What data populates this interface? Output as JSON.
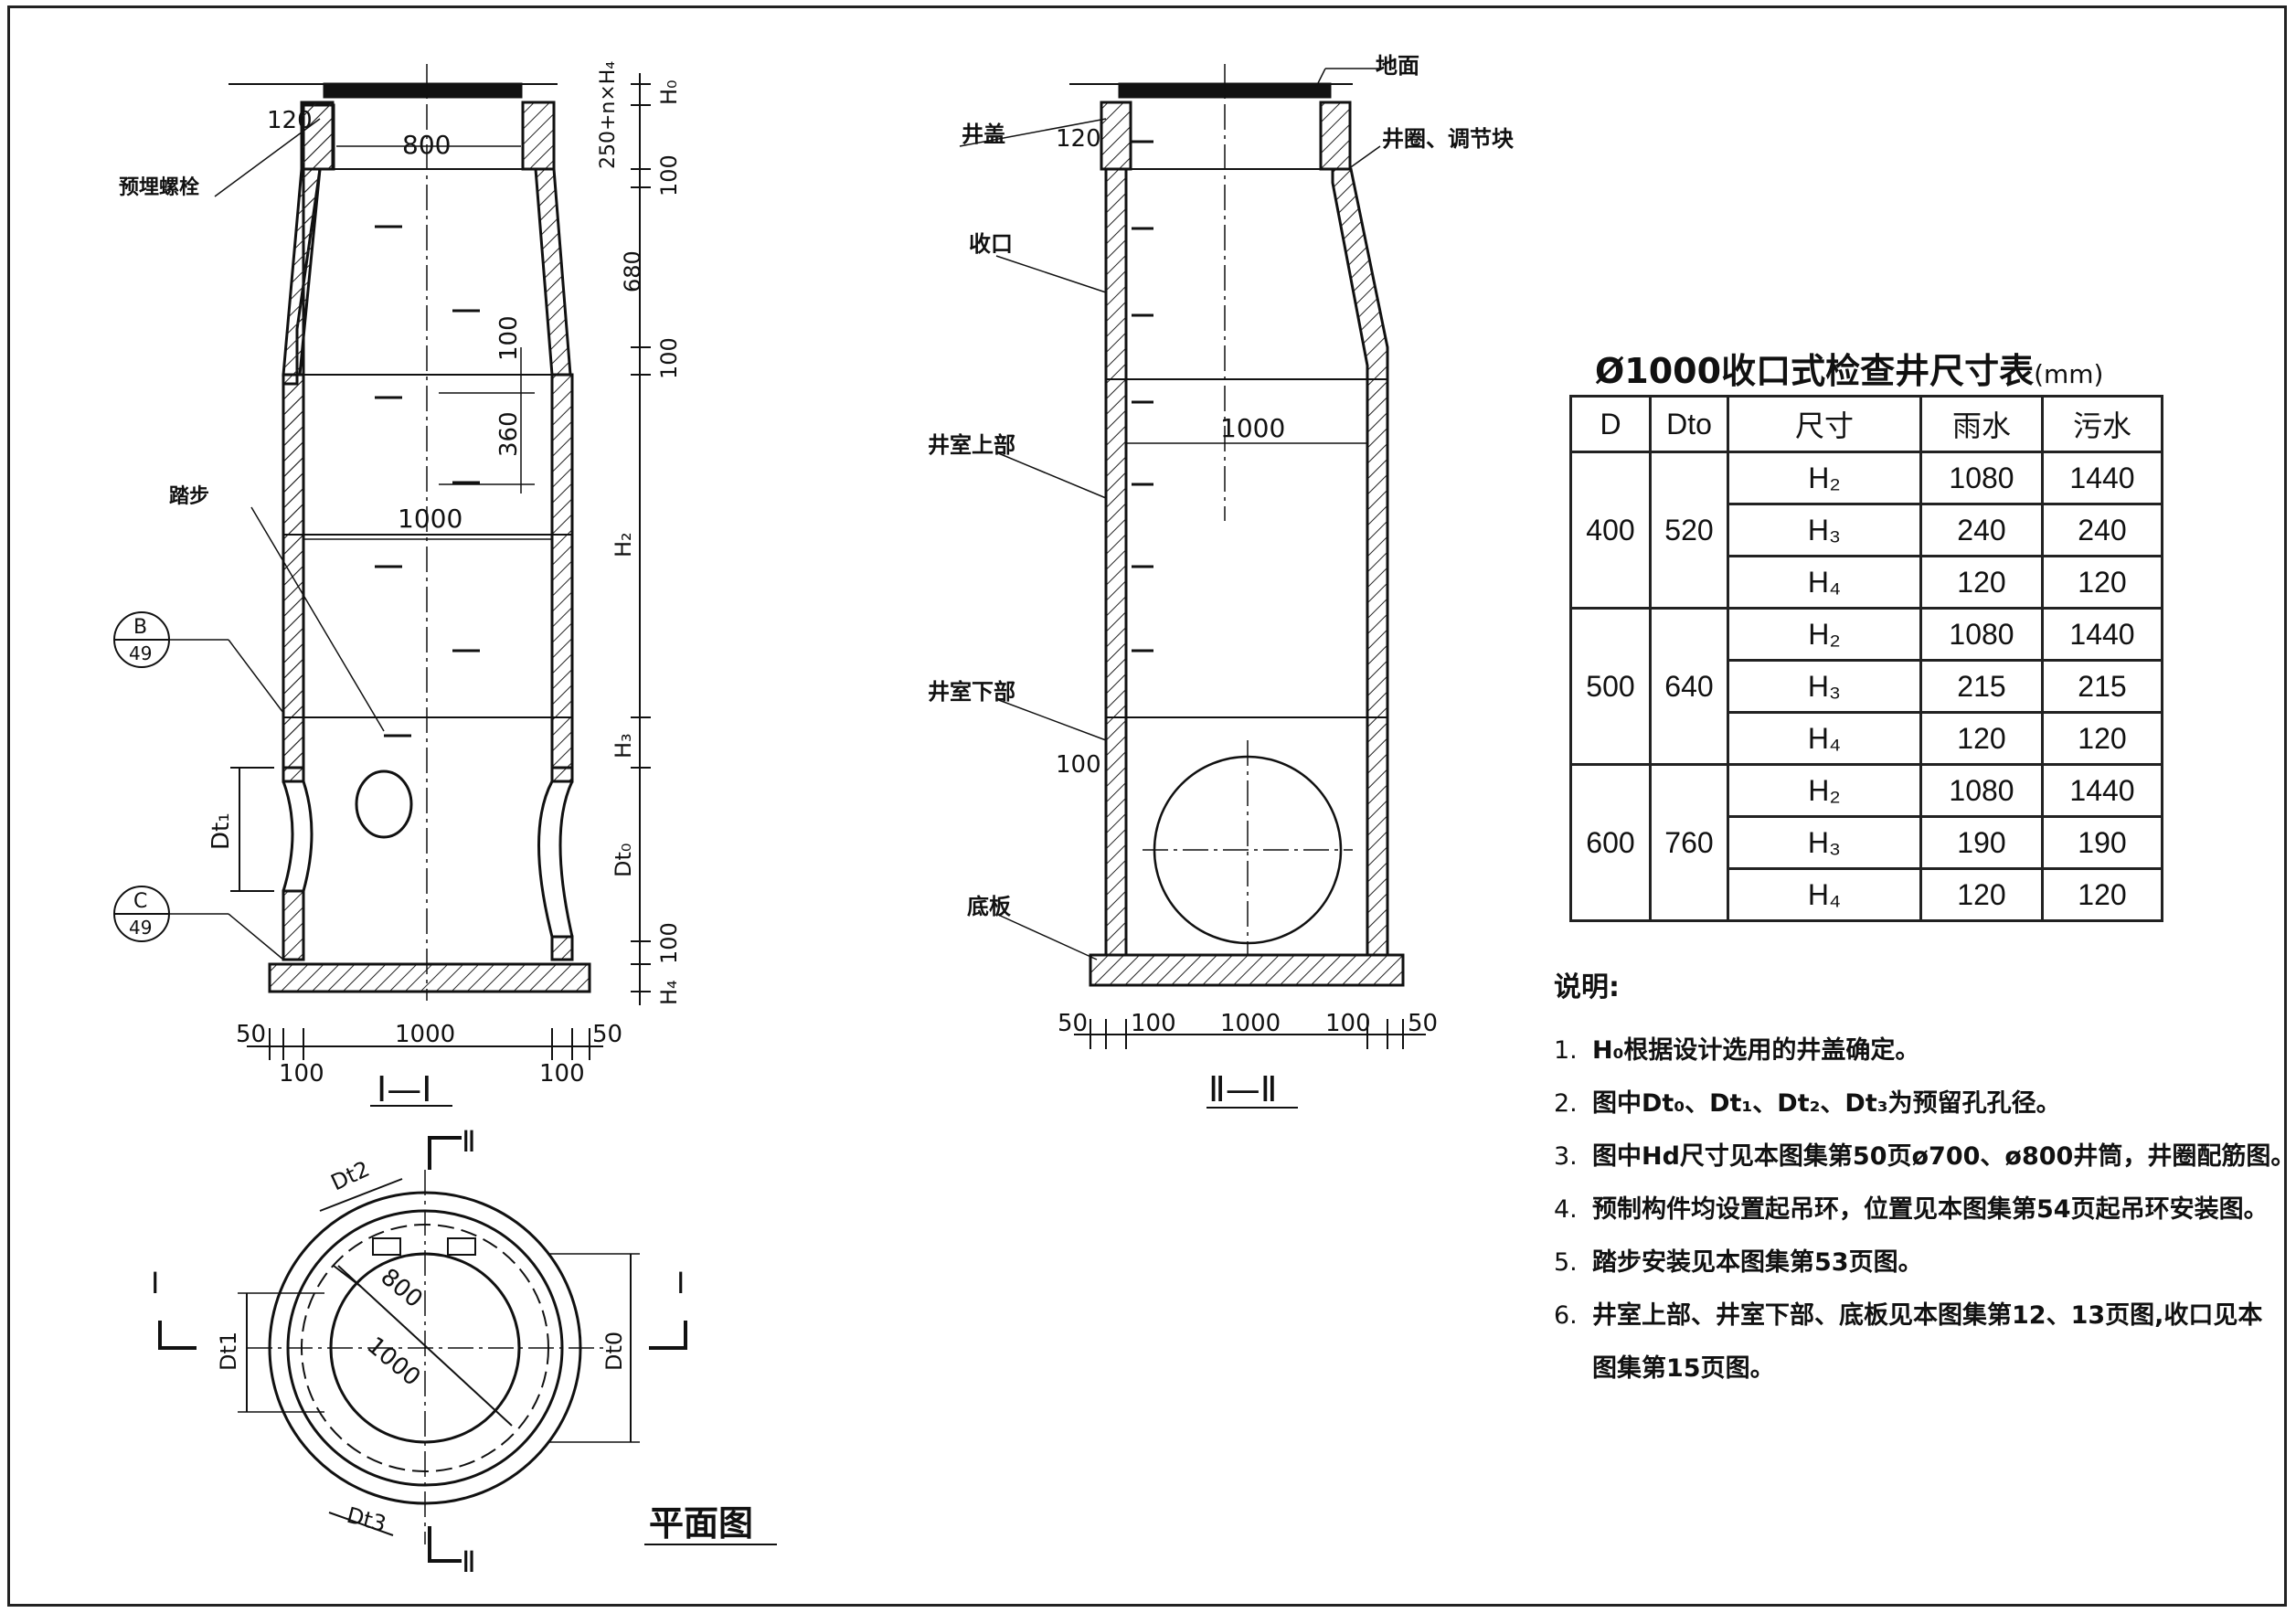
{
  "section_1": {
    "title": "I—I",
    "dims_right": [
      "H₀",
      "250+n×H₄",
      "100",
      "680",
      "100",
      "H₂",
      "H₃",
      "Dt₀",
      "100",
      "H₄"
    ],
    "dims_bottom_top": [
      "50",
      "1000",
      "50"
    ],
    "dims_bottom_bottom": [
      "100",
      "100"
    ],
    "inner_dims": [
      "800",
      "1000",
      "100",
      "360",
      "120",
      "Dt₁"
    ],
    "labels": {
      "bolt": "预埋螺栓",
      "step": "踏步"
    },
    "detail_refs": [
      {
        "letter": "B",
        "sheet": "49"
      },
      {
        "letter": "C",
        "sheet": "49"
      }
    ]
  },
  "section_2": {
    "title": "Ⅱ—Ⅱ",
    "labels": [
      "地面",
      "井盖",
      "井圈、调节块",
      "收口",
      "井室上部",
      "井室下部",
      "底板"
    ],
    "inner_dims": [
      "120",
      "1000",
      "100"
    ],
    "dims_bottom": [
      "50",
      "100",
      "1000",
      "100",
      "50"
    ]
  },
  "plan": {
    "title": "平面图",
    "cut_marks": [
      "I",
      "I",
      "Ⅱ",
      "Ⅱ"
    ],
    "dims": [
      "Dt2",
      "800",
      "1000",
      "Dt1",
      "Dt0",
      "Dt3"
    ]
  },
  "table": {
    "title": "Ø1000收口式检查井尺寸表",
    "unit": "(mm)",
    "headers": [
      "D",
      "Dto",
      "尺寸",
      "雨水",
      "污水"
    ],
    "groups": [
      {
        "D": "400",
        "Dto": "520",
        "rows": [
          [
            "H₂",
            "1080",
            "1440"
          ],
          [
            "H₃",
            "240",
            "240"
          ],
          [
            "H₄",
            "120",
            "120"
          ]
        ]
      },
      {
        "D": "500",
        "Dto": "640",
        "rows": [
          [
            "H₂",
            "1080",
            "1440"
          ],
          [
            "H₃",
            "215",
            "215"
          ],
          [
            "H₄",
            "120",
            "120"
          ]
        ]
      },
      {
        "D": "600",
        "Dto": "760",
        "rows": [
          [
            "H₂",
            "1080",
            "1440"
          ],
          [
            "H₃",
            "190",
            "190"
          ],
          [
            "H₄",
            "120",
            "120"
          ]
        ]
      }
    ]
  },
  "notes": {
    "heading": "说明:",
    "items": [
      {
        "num": "1.",
        "text": "H₀根据设计选用的井盖确定。"
      },
      {
        "num": "2.",
        "text": "图中Dt₀、Dt₁、Dt₂、Dt₃为预留孔孔径。"
      },
      {
        "num": "3.",
        "text": "图中Hd尺寸见本图集第50页ø700、ø800井筒，井圈配筋图。"
      },
      {
        "num": "4.",
        "text": "预制构件均设置起吊环，位置见本图集第54页起吊环安装图。"
      },
      {
        "num": "5.",
        "text": "踏步安装见本图集第53页图。"
      },
      {
        "num": "6.",
        "text": "井室上部、井室下部、底板见本图集第12、13页图,收口见本"
      }
    ],
    "continuation": "图集第15页图。"
  }
}
